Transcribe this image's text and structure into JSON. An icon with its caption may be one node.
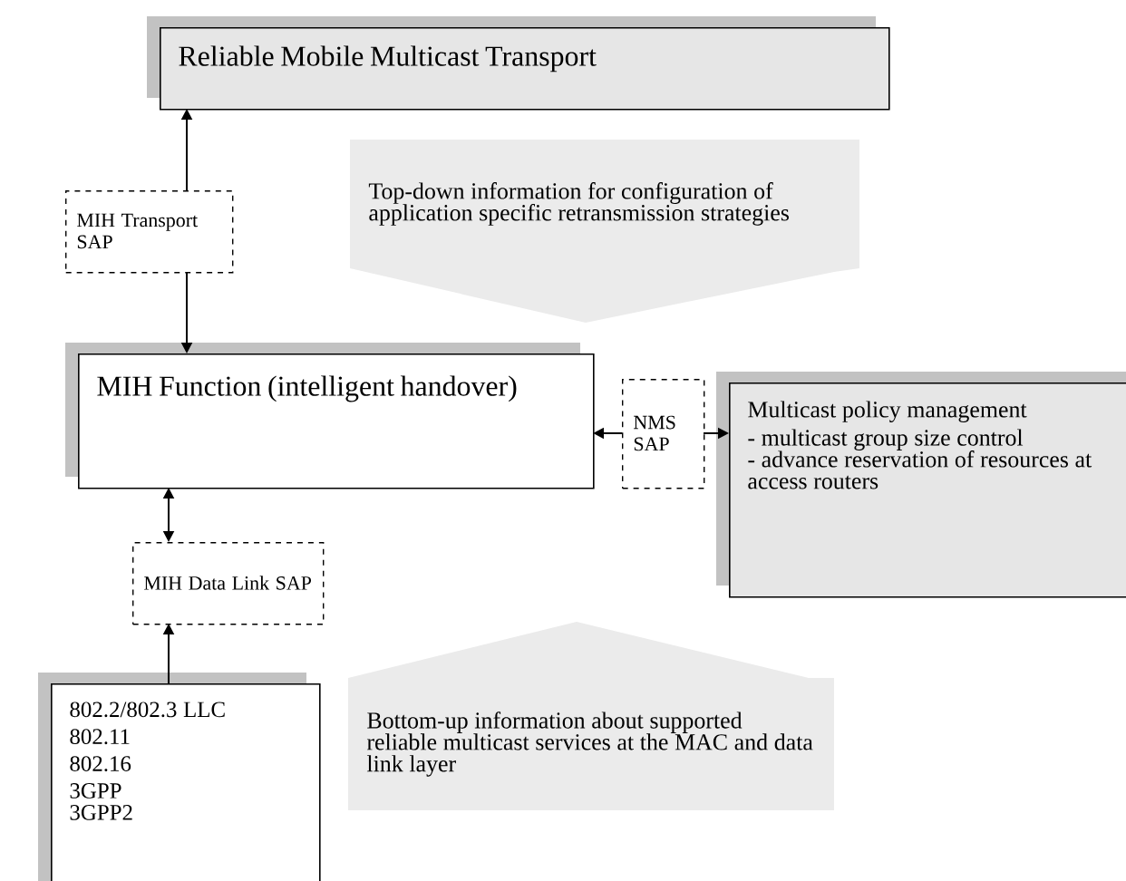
{
  "diagram": {
    "nodes": [
      {
        "text": [
          "Reliable Mobile Multicast Transport"
        ]
      },
      {
        "text": [
          "MIH Transport SAP"
        ]
      },
      {
        "text": [
          "Top-down information for configuration of application specific retransmission strategies"
        ]
      },
      {
        "text": [
          "MIH Function (intelligent handover)"
        ]
      },
      {
        "text": [
          "NMS SAP"
        ]
      },
      {
        "text": [
          "Multicast policy management",
          "- multicast group size control",
          "- advance reservation of resources at access routers"
        ]
      },
      {
        "text": [
          "MIH Data Link SAP"
        ]
      },
      {
        "text": [
          "802.2/802.3 LLC",
          "802.11",
          "802.16",
          "3GPP",
          "3GPP2"
        ]
      },
      {
        "text": [
          "Bottom-up information about supported reliable multicast services at the MAC and data link layer"
        ]
      }
    ],
    "edges": [
      {
        "from": 1,
        "to": 0,
        "arrow": "to"
      },
      {
        "from": 1,
        "to": 3,
        "arrow": "to"
      },
      {
        "from": 6,
        "to": 3,
        "arrow": "both"
      },
      {
        "from": 7,
        "to": 6,
        "arrow": "to"
      },
      {
        "from": 4,
        "to": 3,
        "arrow": "to"
      },
      {
        "from": 4,
        "to": 5,
        "arrow": "to"
      }
    ]
  }
}
